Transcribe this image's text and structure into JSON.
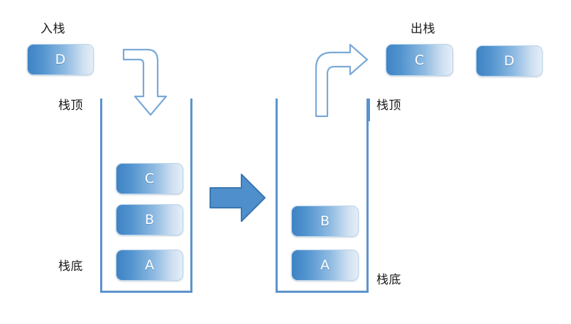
{
  "diagram": {
    "title_push": "入栈",
    "title_pop": "出栈",
    "top_label_left": "栈顶",
    "bottom_label_left": "栈底",
    "top_label_right": "栈顶",
    "bottom_label_right": "栈底"
  },
  "colors": {
    "box_gradient_start": "#3f83c4",
    "box_gradient_end": "#e4eef8",
    "box_border": "#bcd4ea",
    "box_text": "#ffffff",
    "container_stroke": "#5b93cc",
    "outline_arrow_stroke": "#7aa9d6",
    "solid_arrow_fill": "#4f8fcc",
    "solid_arrow_stroke": "#3a77b2",
    "label_text": "#1a1a1a"
  },
  "push_item": {
    "label": "D"
  },
  "left_stack": {
    "caption_top": "栈顶",
    "caption_bottom": "栈底",
    "items": [
      {
        "label": "C"
      },
      {
        "label": "B"
      },
      {
        "label": "A"
      }
    ]
  },
  "right_stack": {
    "caption_top": "栈顶",
    "caption_bottom": "栈底",
    "items": [
      {
        "label": "B"
      },
      {
        "label": "A"
      }
    ]
  },
  "popped_items": [
    {
      "label": "C"
    },
    {
      "label": "D"
    }
  ],
  "icons": {
    "push_arrow": "curved-down-arrow-icon",
    "pop_arrow": "curved-right-arrow-icon",
    "transition_arrow": "right-arrow-icon"
  }
}
